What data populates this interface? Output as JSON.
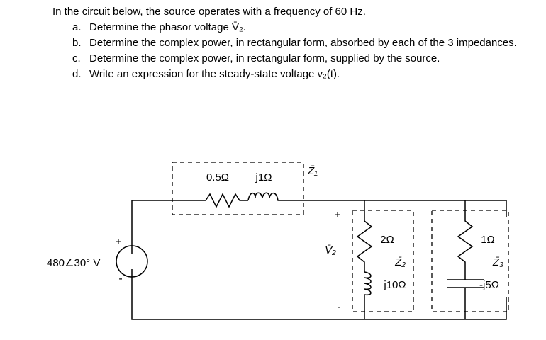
{
  "problem": {
    "intro": "In the circuit below, the source operates with a frequency of 60 Hz.",
    "items": [
      {
        "marker": "a.",
        "text": "Determine the phasor voltage V̄₂."
      },
      {
        "marker": "b.",
        "text": "Determine the complex power, in rectangular form, absorbed by each of the 3 impedances."
      },
      {
        "marker": "c.",
        "text": "Determine the complex power, in rectangular form, supplied by the source."
      },
      {
        "marker": "d.",
        "text": "Write an expression for the steady-state voltage v₂(t)."
      }
    ]
  },
  "circuit": {
    "source": {
      "value": "480∠30° V",
      "plus": "+",
      "minus": "-"
    },
    "z1": {
      "label": "Z̄₁",
      "resistor": "0.5Ω",
      "inductor": "j1Ω"
    },
    "v2": {
      "label": "V̄₂",
      "plus": "+",
      "minus": "-"
    },
    "z2": {
      "label": "Z̄₂",
      "resistor": "2Ω",
      "inductor": "j10Ω"
    },
    "z3": {
      "label": "Z̄₃",
      "resistor": "1Ω",
      "capacitor": "-j5Ω"
    }
  }
}
